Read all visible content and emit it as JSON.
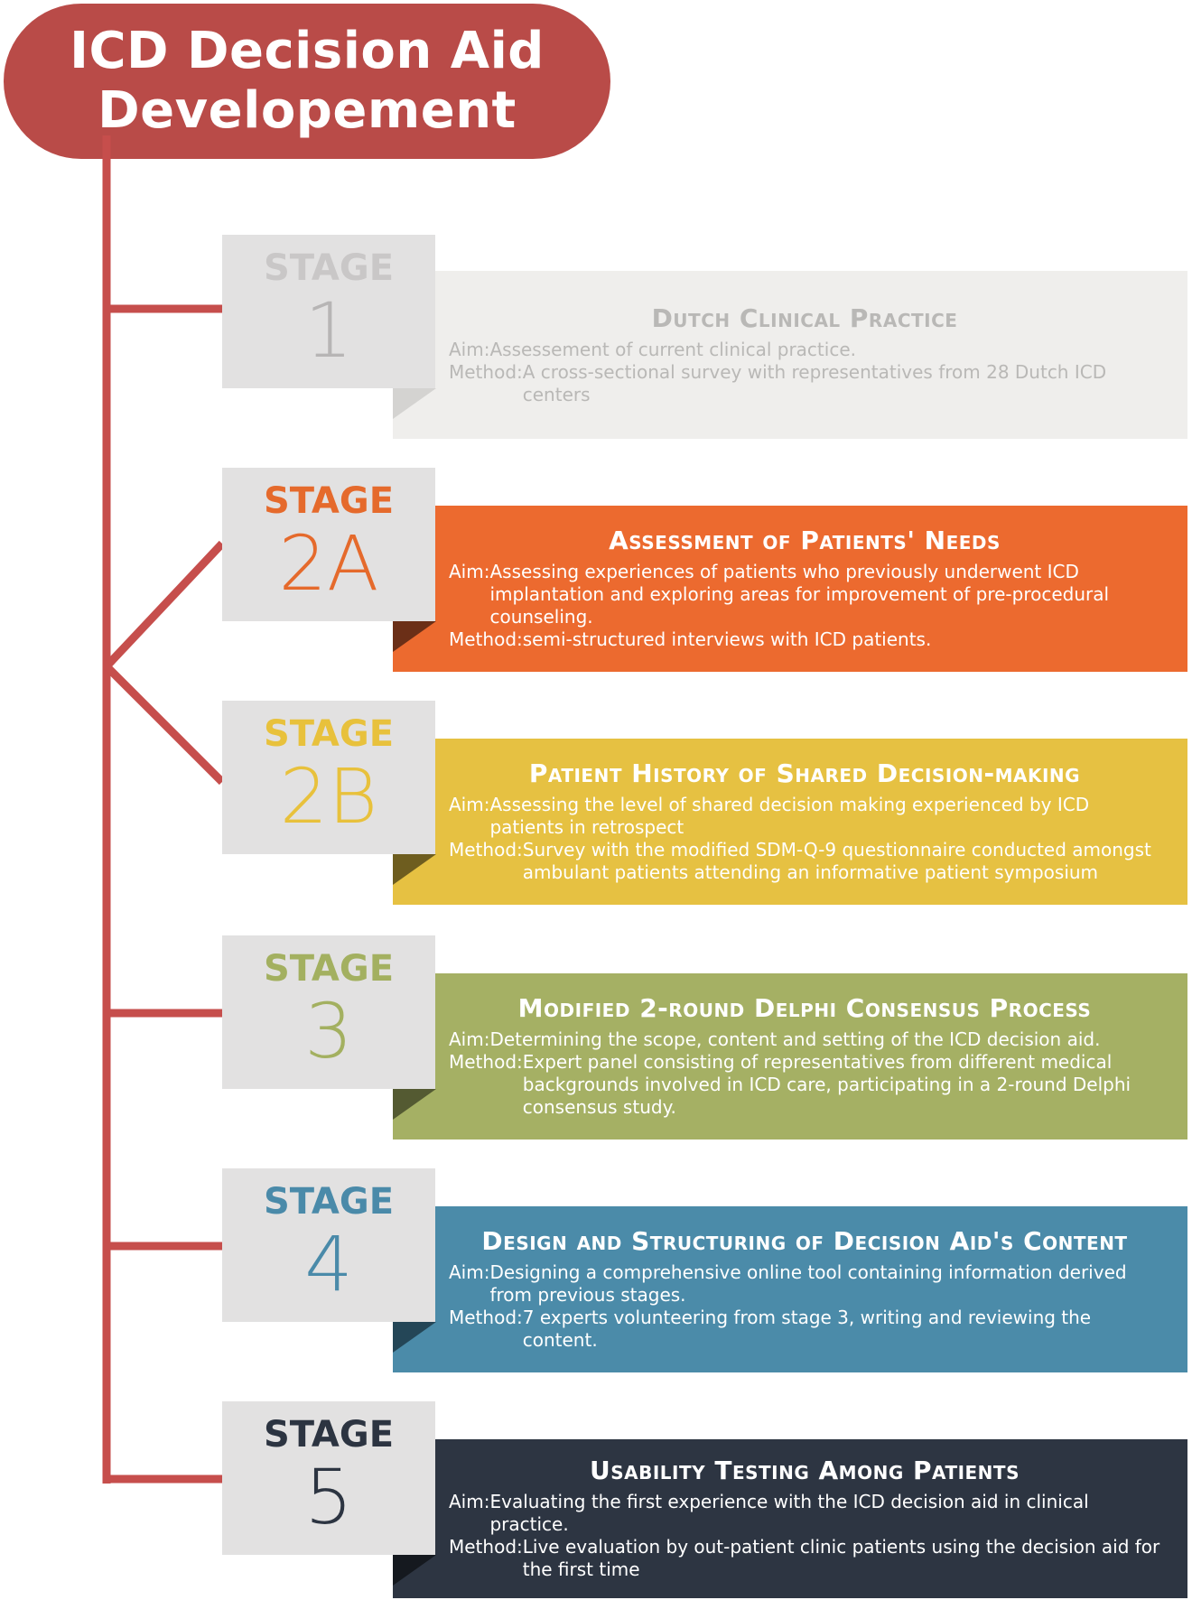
{
  "title": {
    "line1": "ICD Decision Aid",
    "line2": "Developement",
    "color": "#b94b48"
  },
  "connector_color": "#c64e4c",
  "stages": [
    {
      "label": "STAGE",
      "number": "1",
      "label_color": "#c9c7c7",
      "number_color": "#b7b5b5",
      "bar_color": "#efeeec",
      "text_color": "#b9b8b6",
      "fold_color": "#d4d3d1",
      "title": "Dutch Clinical Practice",
      "lines": [
        {
          "label": "Aim: ",
          "text": "Assessement of current clinical practice."
        },
        {
          "label": "Method: ",
          "text": "A cross-sectional survey with representatives from 28 Dutch ICD centers"
        }
      ]
    },
    {
      "label": "STAGE",
      "number": "2A",
      "label_color": "#e56a2c",
      "number_color": "#e56a2c",
      "bar_color": "#ec6a2f",
      "text_color": "#ffffff",
      "fold_color": "#6b2f17",
      "title": "Assessment of Patients' Needs",
      "lines": [
        {
          "label": "Aim: ",
          "text": "Assessing experiences of patients who previously underwent ICD implantation and exploring areas for improvement of pre-procedural counseling."
        },
        {
          "label": "Method: ",
          "text": "semi-structured  interviews with ICD patients."
        }
      ]
    },
    {
      "label": "STAGE",
      "number": "2B",
      "label_color": "#e8c13c",
      "number_color": "#e8c13c",
      "bar_color": "#e6c142",
      "text_color": "#ffffff",
      "fold_color": "#6e5d1f",
      "title": "Patient History of Shared Decision-making",
      "lines": [
        {
          "label": "Aim: ",
          "text": "Assessing the level of shared decision making experienced by ICD patients in retrospect"
        },
        {
          "label": "Method: ",
          "text": "Survey with the modified SDM-Q-9 questionnaire conducted amongst ambulant patients attending an informative patient symposium"
        }
      ]
    },
    {
      "label": "STAGE",
      "number": "3",
      "label_color": "#a3b060",
      "number_color": "#a3b060",
      "bar_color": "#a5b064",
      "text_color": "#ffffff",
      "fold_color": "#545a32",
      "title": "Modified 2-round Delphi Consensus Process",
      "lines": [
        {
          "label": "Aim:",
          "text": "Determining the scope, content and setting of the ICD decision aid."
        },
        {
          "label": "Method: ",
          "text": "Expert panel consisting of representatives from different medical backgrounds involved in ICD care, participating in a 2-round Delphi consensus study."
        }
      ]
    },
    {
      "label": "STAGE",
      "number": "4",
      "label_color": "#4a8aa9",
      "number_color": "#4a8aa9",
      "bar_color": "#4b8ba9",
      "text_color": "#ffffff",
      "fold_color": "#244657",
      "title": "Design and Structuring of Decision Aid's Content",
      "lines": [
        {
          "label": "Aim:",
          "text": "Designing a comprehensive online tool containing information derived from previous stages."
        },
        {
          "label": "Method: ",
          "text": "7 experts volunteering from stage 3, writing and reviewing the content."
        }
      ]
    },
    {
      "label": "STAGE",
      "number": "5",
      "label_color": "#2c3441",
      "number_color": "#2c3441",
      "bar_color": "#2d3542",
      "text_color": "#ffffff",
      "fold_color": "#15191f",
      "title": "Usability Testing Among Patients",
      "lines": [
        {
          "label": "Aim:",
          "text": "Evaluating the first experience with the ICD decision aid in clinical practice."
        },
        {
          "label": "Method: ",
          "text": "Live evaluation by out-patient clinic patients using the decision aid for the first time"
        }
      ]
    }
  ]
}
